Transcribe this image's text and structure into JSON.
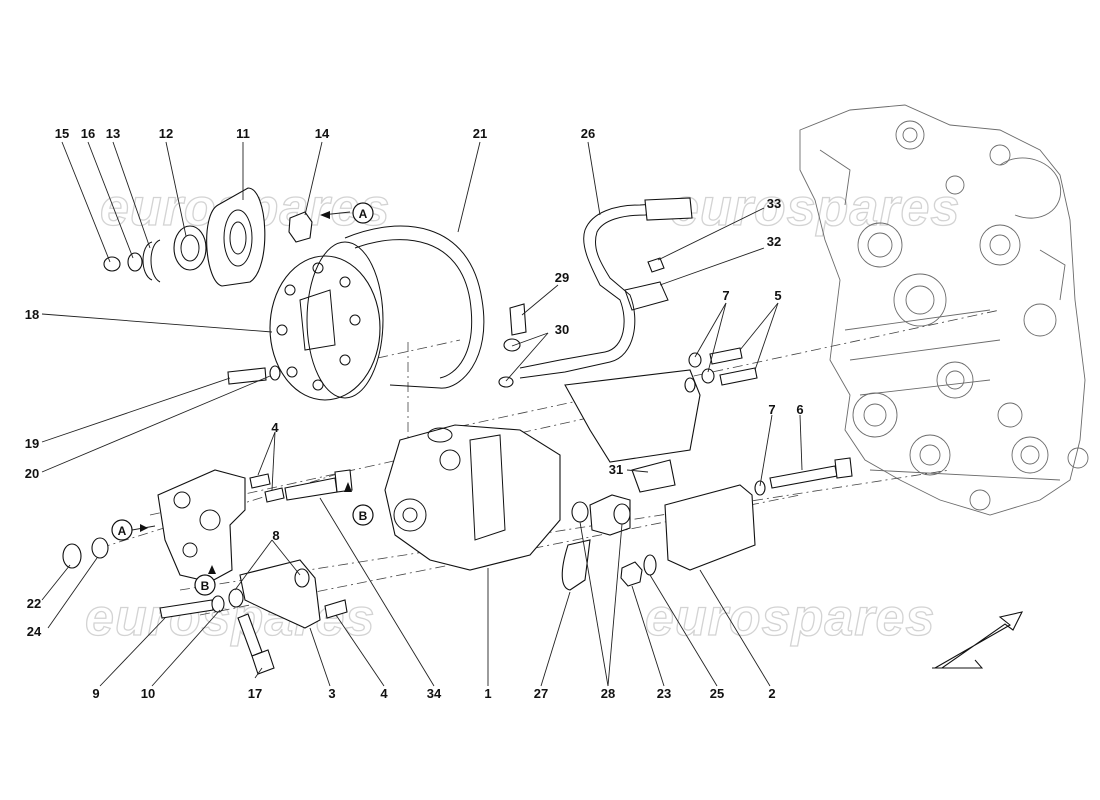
{
  "watermark": "eurospares",
  "refs": {
    "a": "A",
    "b": "B"
  },
  "parts": [
    {
      "n": "15"
    },
    {
      "n": "16"
    },
    {
      "n": "13"
    },
    {
      "n": "12"
    },
    {
      "n": "11"
    },
    {
      "n": "14"
    },
    {
      "n": "21"
    },
    {
      "n": "26"
    },
    {
      "n": "33"
    },
    {
      "n": "32"
    },
    {
      "n": "29"
    },
    {
      "n": "30"
    },
    {
      "n": "7"
    },
    {
      "n": "5"
    },
    {
      "n": "18"
    },
    {
      "n": "19"
    },
    {
      "n": "20"
    },
    {
      "n": "4"
    },
    {
      "n": "7"
    },
    {
      "n": "6"
    },
    {
      "n": "31"
    },
    {
      "n": "8"
    },
    {
      "n": "22"
    },
    {
      "n": "24"
    },
    {
      "n": "9"
    },
    {
      "n": "10"
    },
    {
      "n": "17"
    },
    {
      "n": "3"
    },
    {
      "n": "4"
    },
    {
      "n": "34"
    },
    {
      "n": "1"
    },
    {
      "n": "27"
    },
    {
      "n": "28"
    },
    {
      "n": "23"
    },
    {
      "n": "25"
    },
    {
      "n": "2"
    }
  ]
}
